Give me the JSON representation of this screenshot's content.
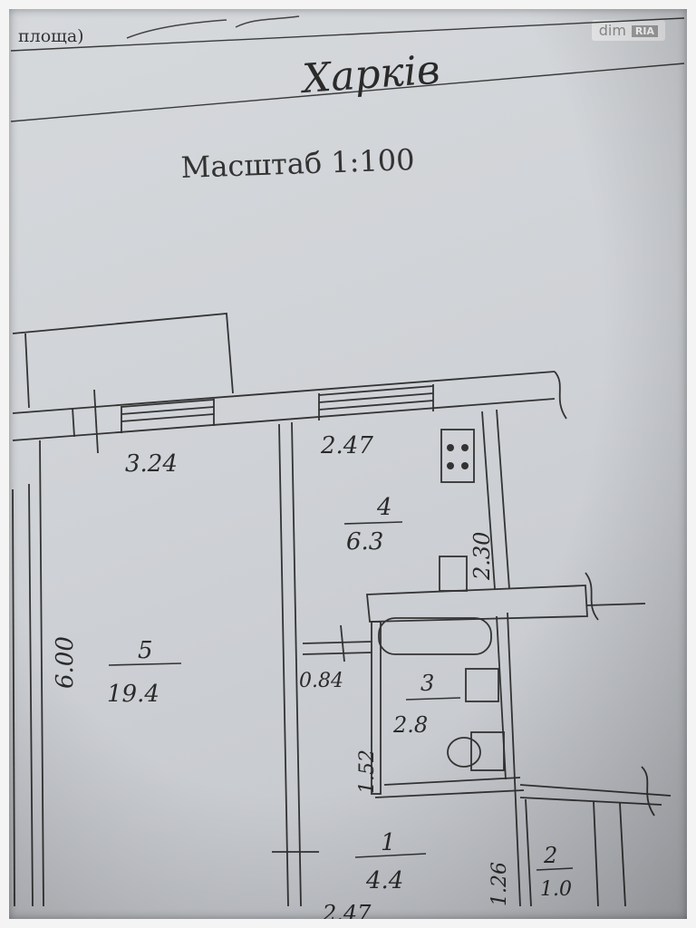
{
  "header": {
    "area_label": "площа)",
    "city": "Харків",
    "scale": "Масштаб 1:100"
  },
  "watermark": {
    "text": "dim",
    "badge": "RIA"
  },
  "dimensions": {
    "room5_width": "3.24",
    "room5_length": "6.00",
    "kitchen_width": "2.47",
    "kitchen_length": "2.30",
    "hall_small": "0.84",
    "hall_side": "1.52",
    "corridor_side": "1.26"
  },
  "rooms": [
    {
      "number": "5",
      "area": "19.4"
    },
    {
      "number": "4",
      "area": "6.3"
    },
    {
      "number": "3",
      "area": "2.8"
    },
    {
      "number": "1",
      "area": "4.4"
    },
    {
      "number": "2",
      "area": "1.0"
    }
  ],
  "partial_label": "2.47",
  "colors": {
    "paper": "#d3d6da",
    "ink": "#333333",
    "frame": "#f4f4f4"
  }
}
